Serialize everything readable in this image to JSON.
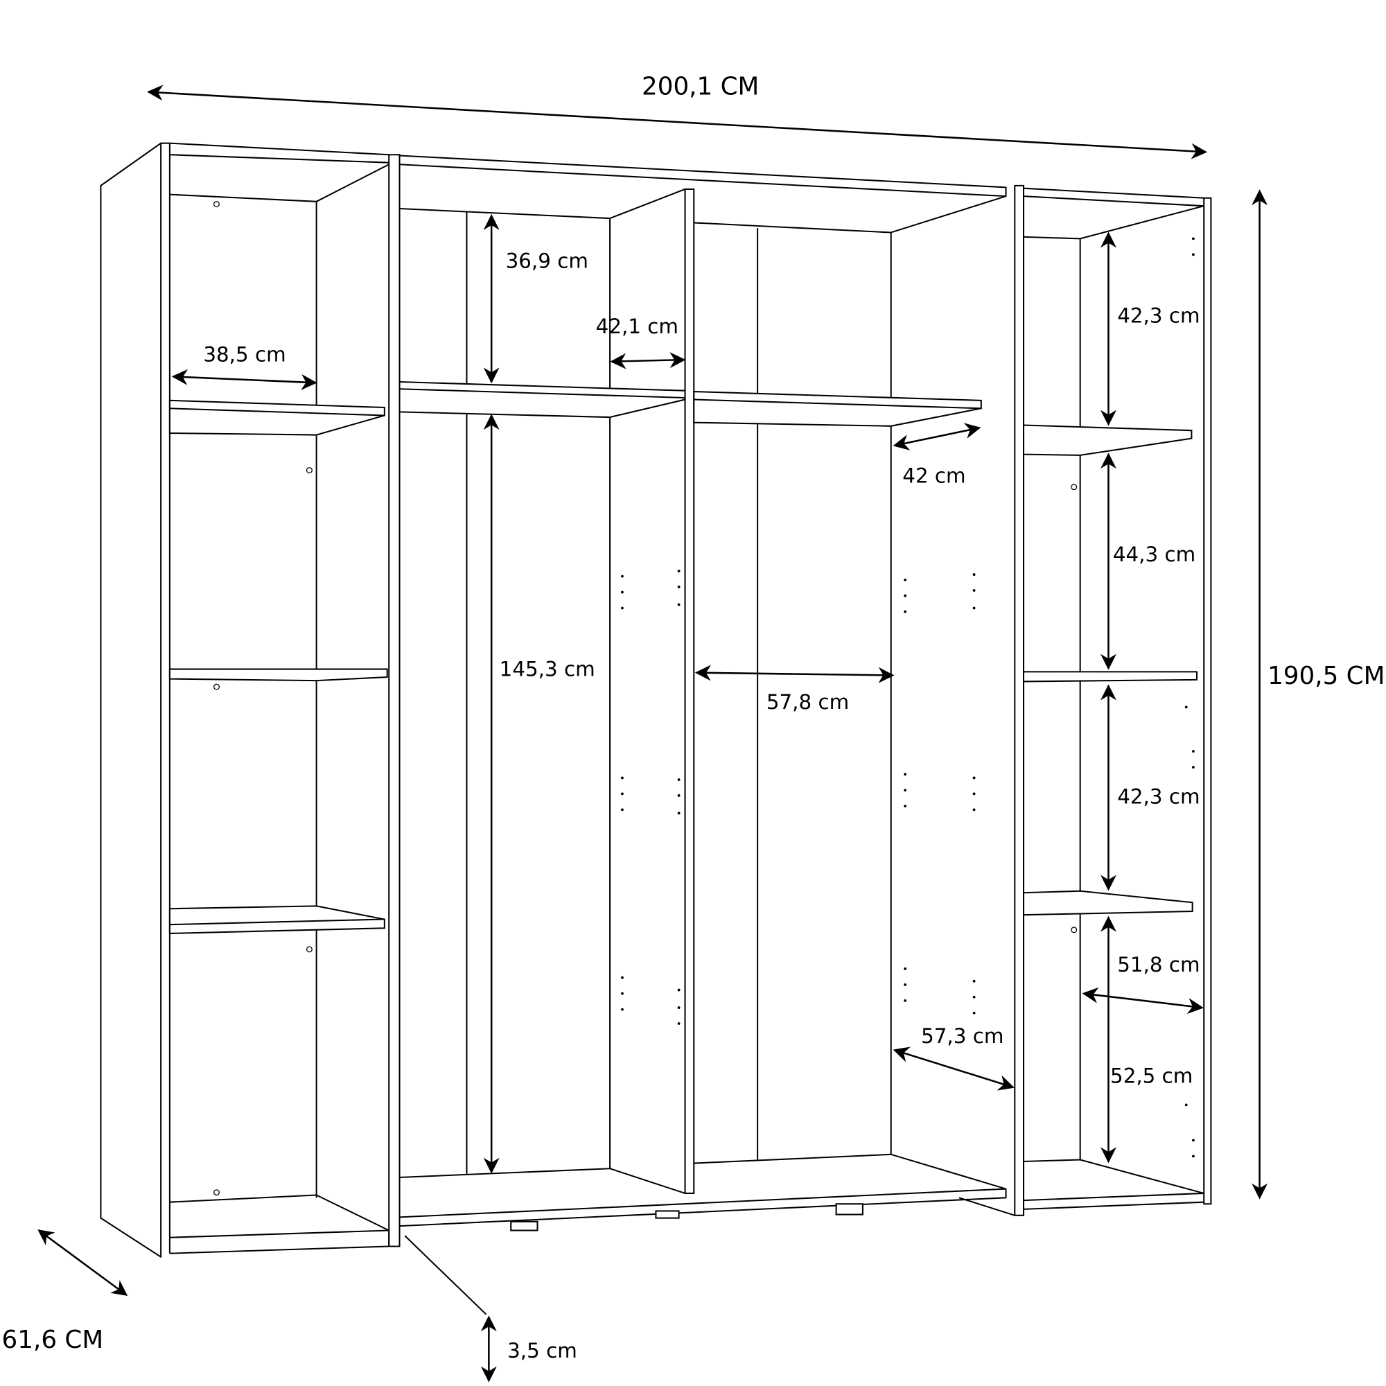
{
  "diagram": {
    "subject": "wardrobe",
    "overall": {
      "width": "200,1 CM",
      "height": "190,5 CM",
      "depth": "61,6 CM",
      "plinth": "3,5 cm"
    },
    "left_section": {
      "shelf_depth": "38,5 cm"
    },
    "center_left_section": {
      "top_compartment_height": "36,9 cm",
      "hanging_height": "145,3 cm",
      "shelf_depth": "42,1 cm"
    },
    "center_right_section": {
      "shelf_depth": "42 cm",
      "inner_width": "57,8 cm",
      "door_width": "57,3 cm"
    },
    "right_section": {
      "compartment_1": "42,3 cm",
      "compartment_2": "44,3 cm",
      "compartment_3": "42,3 cm",
      "compartment_4": "52,5 cm",
      "shelf_depth": "51,8 cm"
    }
  }
}
